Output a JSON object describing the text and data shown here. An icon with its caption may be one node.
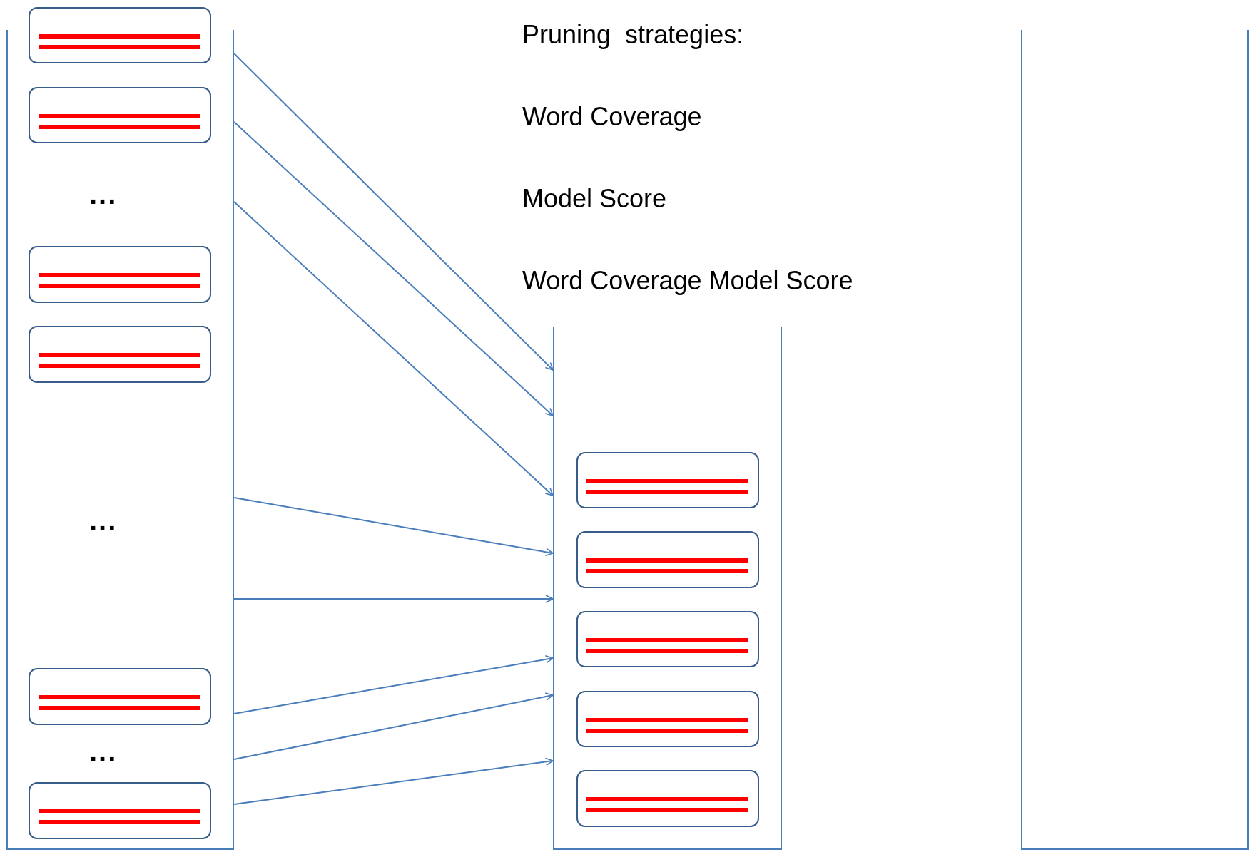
{
  "diagram": {
    "nodes": [
      {
        "text": [],
        "shape": "box"
      },
      {
        "text": [],
        "shape": "box",
        "in": 0
      },
      {
        "text": [],
        "shape": "box",
        "in": 0
      },
      {
        "text": [],
        "shape": "box",
        "in": 0
      },
      {
        "text": [],
        "shape": "box",
        "in": 0
      },
      {
        "text": [],
        "shape": "box",
        "in": 0
      },
      {
        "text": [],
        "shape": "box",
        "in": 0
      },
      {
        "text": [],
        "shape": "box"
      },
      {
        "text": [],
        "shape": "box",
        "in": 7
      },
      {
        "text": [],
        "shape": "box",
        "in": 7
      },
      {
        "text": [],
        "shape": "box",
        "in": 7
      },
      {
        "text": [],
        "shape": "box",
        "in": 7
      },
      {
        "text": [],
        "shape": "box",
        "in": 7
      },
      {
        "text": [],
        "shape": "box"
      }
    ],
    "edges": [
      {
        "from": 0,
        "to": 7,
        "arrow": "to"
      },
      {
        "from": 0,
        "to": 7,
        "arrow": "to"
      },
      {
        "from": 0,
        "to": 7,
        "arrow": "to"
      },
      {
        "from": 0,
        "to": 7,
        "arrow": "to"
      },
      {
        "from": 0,
        "to": 7,
        "arrow": "to"
      },
      {
        "from": 0,
        "to": 7,
        "arrow": "to"
      },
      {
        "from": 0,
        "to": 7,
        "arrow": "to"
      },
      {
        "from": 0,
        "to": 7,
        "arrow": "to"
      }
    ],
    "labels": [
      "Pruning  strategies:",
      "Word Coverage",
      "Model Score",
      "Word Coverage Model Score",
      "...",
      "...",
      "..."
    ]
  }
}
